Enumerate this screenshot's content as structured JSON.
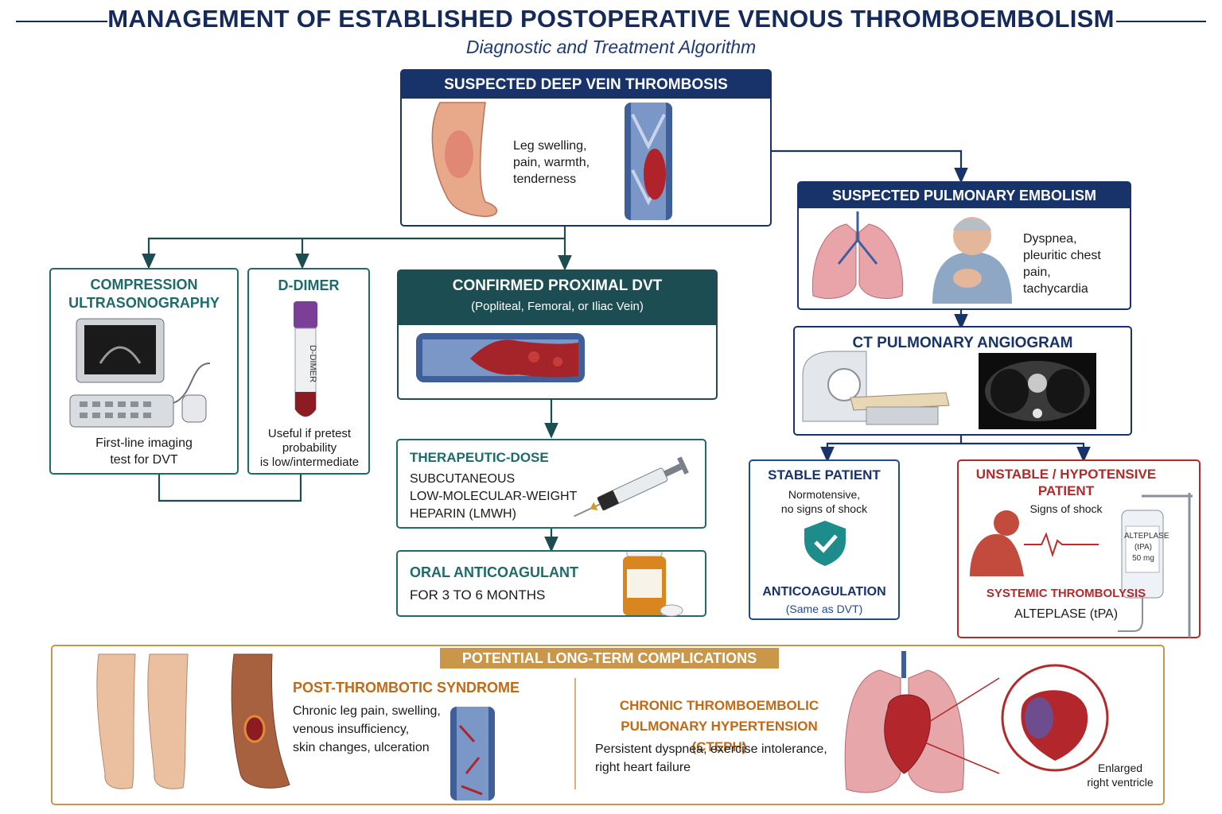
{
  "title": "MANAGEMENT OF ESTABLISHED POSTOPERATIVE VENOUS THROMBOEMBOLISM",
  "subtitle": "Diagnostic and Treatment Algorithm",
  "dvt": {
    "header": "SUSPECTED DEEP VEIN THROMBOSIS",
    "symptoms": [
      "Leg swelling,",
      "pain, warmth,",
      "tenderness"
    ]
  },
  "cus": {
    "title": [
      "COMPRESSION",
      "ULTRASONOGRAPHY"
    ],
    "caption": [
      "First-line imaging",
      "test for DVT"
    ]
  },
  "ddimer": {
    "title": "D-DIMER",
    "tube_label": "D-DIMER",
    "caption": [
      "Useful if pretest",
      "probability",
      "is low/intermediate"
    ]
  },
  "proximal": {
    "title": "CONFIRMED PROXIMAL DVT",
    "subtitle": "(Popliteal, Femoral, or Iliac Vein)"
  },
  "lmwh": {
    "title": "THERAPEUTIC-DOSE",
    "lines": [
      "SUBCUTANEOUS",
      "LOW-MOLECULAR-WEIGHT",
      "HEPARIN (LMWH)"
    ]
  },
  "oral": {
    "title": "ORAL ANTICOAGULANT",
    "text": "FOR 3 TO 6 MONTHS"
  },
  "pe": {
    "header": "SUSPECTED PULMONARY EMBOLISM",
    "symptoms": [
      "Dyspnea,",
      "pleuritic chest pain,",
      "tachycardia"
    ]
  },
  "ctpa": {
    "title": "CT PULMONARY ANGIOGRAM"
  },
  "stable": {
    "title": "STABLE PATIENT",
    "desc": [
      "Normotensive,",
      "no signs of shock"
    ],
    "action": "ANTICOAGULATION",
    "note": "(Same as DVT)"
  },
  "unstable": {
    "title": [
      "UNSTABLE / HYPOTENSIVE",
      "PATIENT"
    ],
    "desc": "Signs of shock",
    "action": "SYSTEMIC THROMBOLYSIS",
    "drug": "ALTEPLASE (tPA)",
    "bag_label": [
      "ALTEPLASE",
      "(tPA)",
      "50 mg"
    ]
  },
  "complications": {
    "header": "POTENTIAL LONG-TERM COMPLICATIONS",
    "pts": {
      "title": "POST-THROMBOTIC SYNDROME",
      "lines": [
        "Chronic leg pain, swelling,",
        "venous insufficiency,",
        "skin changes, ulceration"
      ]
    },
    "cteph": {
      "title": [
        "CHRONIC THROMBOEMBOLIC",
        "PULMONARY HYPERTENSION (CTEPH)"
      ],
      "lines": [
        "Persistent dyspnea, exercise intolerance,",
        "right heart failure"
      ],
      "inset": [
        "Enlarged",
        "right ventricle"
      ]
    }
  },
  "colors": {
    "navy": "#17336a",
    "teal": "#1e6b6a",
    "red": "#b32a2a",
    "gold": "#c9964a"
  }
}
